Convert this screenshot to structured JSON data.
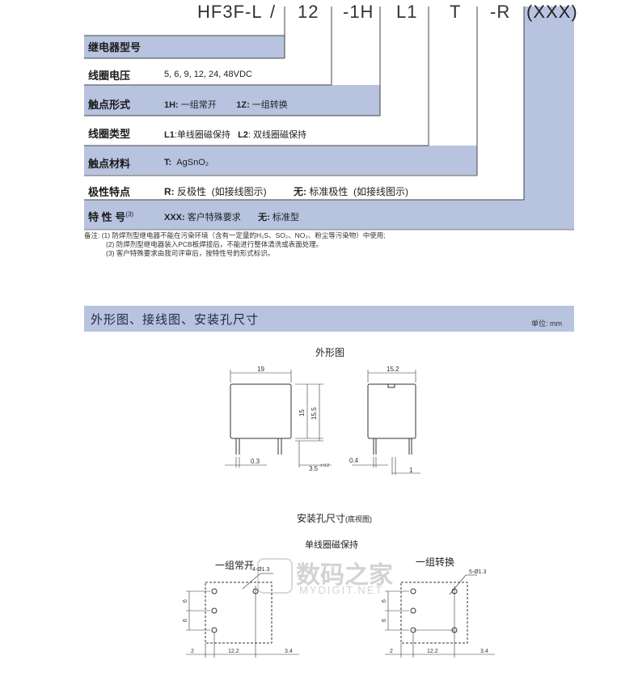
{
  "order_code": {
    "parts": [
      "HF3F-L",
      "/",
      "12",
      "-1H",
      "L1",
      "T",
      "-R",
      "(XXX)"
    ]
  },
  "rows": [
    {
      "label": "继电器型号",
      "value_html": ""
    },
    {
      "label": "线圈电压",
      "value_html": "5, 6, 9, 12, 24, 48VDC"
    },
    {
      "label": "触点形式",
      "value_html": "<b>1H:</b> 一组常开&nbsp;&nbsp;&nbsp;&nbsp;&nbsp;&nbsp;&nbsp;&nbsp;<b>1Z:</b> 一组转换"
    },
    {
      "label": "线圈类型",
      "value_html": "<b>L1</b>:单线圈磁保持&nbsp;&nbsp;&nbsp;<b>L2</b>: 双线圈磁保持"
    },
    {
      "label": "触点材料",
      "value_html": "<b>T:</b>&nbsp;&nbsp;AgSnO₂"
    },
    {
      "label": "极性特点",
      "value_html": "<b>R:</b> 反极性&nbsp;&nbsp;(如接线图示)&nbsp;&nbsp;&nbsp;&nbsp;&nbsp;&nbsp;&nbsp;&nbsp;&nbsp;&nbsp;<b>无:</b> 标准极性&nbsp;&nbsp;(如接线图示)"
    },
    {
      "label": "特 性 号",
      "label_sup": "(3)",
      "value_html": "<b>XXX:</b> 客户特殊要求&nbsp;&nbsp;&nbsp;&nbsp;&nbsp;&nbsp;&nbsp;<b>无:</b> 标准型"
    }
  ],
  "notes": [
    "备注: (1) 防焊剂型继电器不能在污染环境（含有一定量的H₂S、SO₂、NO₂、粉尘等污染物）中使用;",
    "(2) 防焊剂型继电器装入PCB板焊接后，不能进行整体清洗或表面处理。",
    "(3) 客户特殊要求由我司评审后，按特性号的形式标识。"
  ],
  "section": {
    "title": "外形图、接线图、安装孔尺寸",
    "unit": "单位: mm"
  },
  "captions": {
    "outline": "外形图",
    "mounting": "安装孔尺寸",
    "mounting_sub": "(底视图)",
    "single_coil": "单线圈磁保持",
    "form_a": "一组常开",
    "form_c": "一组转换"
  },
  "dims": {
    "front_width": "19",
    "side_width": "15.2",
    "h15": "15",
    "h155": "15.5",
    "pin03": "0.3",
    "pin35": "3.5",
    "tol": "± 0.2",
    "pin04": "0.4",
    "pitch1": "1",
    "holes_a": "4-Ø1.3",
    "holes_c": "5-Ø1.3",
    "d6": "6",
    "d2": "2",
    "d122": "12.2",
    "d34": "3.4"
  },
  "watermark": {
    "cn": "数码之家",
    "en": "MYDIGIT.NET"
  },
  "colors": {
    "band": "#b7c3df",
    "band_dark": "#a9b7d7",
    "line": "#444444"
  }
}
